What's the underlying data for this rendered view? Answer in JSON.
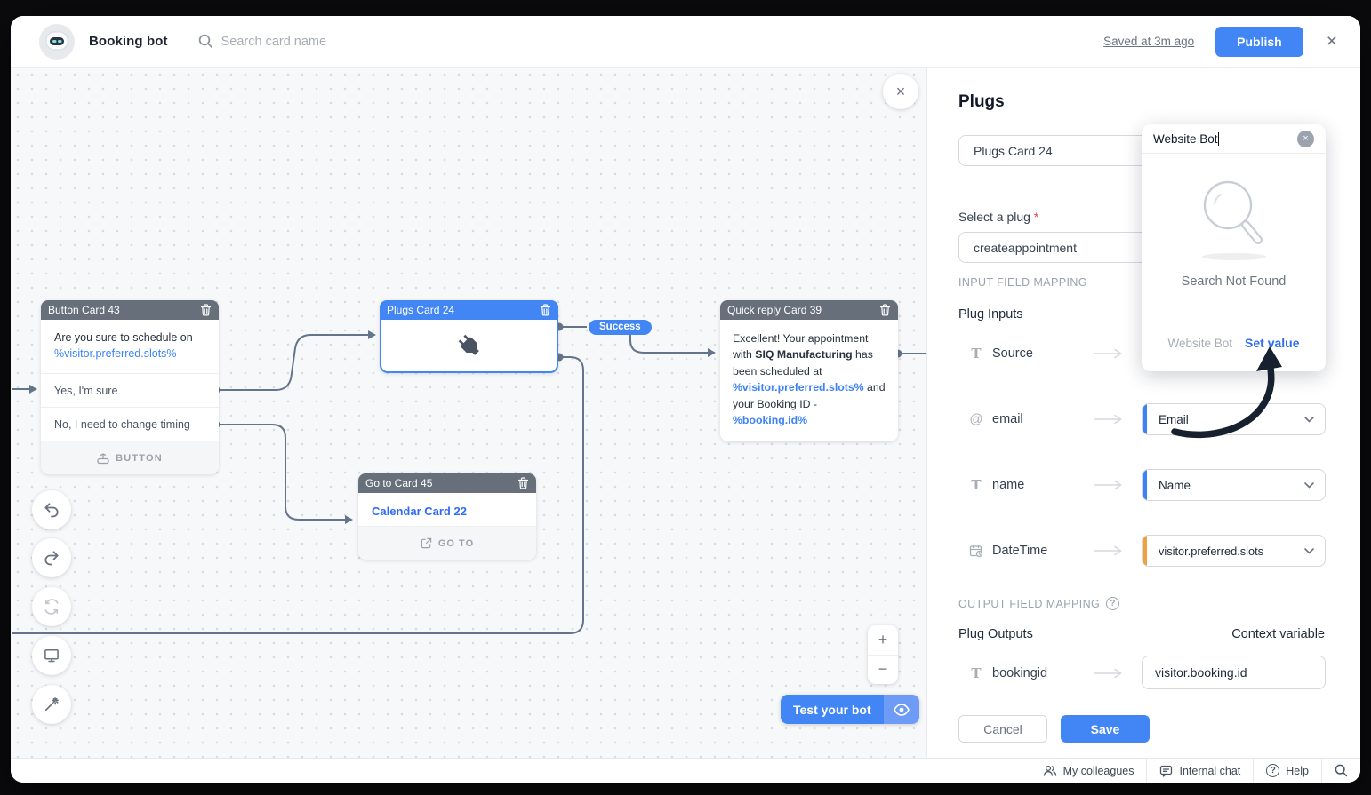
{
  "topbar": {
    "bot_name": "Booking bot",
    "search_placeholder": "Search card name",
    "saved_label": "Saved at 3m ago",
    "publish_label": "Publish"
  },
  "canvas": {
    "success_label": "Success",
    "test_bot_label": "Test your bot",
    "zoom_in": "+",
    "zoom_out": "−",
    "cards": {
      "button_card": {
        "title": "Button Card 43",
        "question": "Are you sure to schedule on",
        "question_var": "%visitor.preferred.slots%",
        "options": [
          "Yes, I'm sure",
          "No, I need to change timing"
        ],
        "footer": "BUTTON"
      },
      "plugs_card": {
        "title": "Plugs Card 24"
      },
      "quick_reply_card": {
        "title": "Quick reply Card 39",
        "t1": "Excellent! Your appointment with ",
        "b1": "SIQ Manufacturing",
        "t2": " has been scheduled at ",
        "v1": "%visitor.preferred.slots%",
        "t3": " and your Booking ID - ",
        "v2": "%booking.id%"
      },
      "goto_card": {
        "title": "Go to Card 45",
        "target": "Calendar Card 22",
        "footer": "GO TO"
      }
    }
  },
  "panel": {
    "title": "Plugs",
    "card_name_value": "Plugs Card 24",
    "select_plug_label": "Select a plug",
    "required_mark": "*",
    "plug_value": "createappointment",
    "input_mapping_header": "INPUT FIELD MAPPING",
    "plug_inputs_label": "Plug Inputs",
    "inputs": [
      {
        "name": "Source",
        "value": ""
      },
      {
        "name": "email",
        "value": "Email"
      },
      {
        "name": "name",
        "value": "Name"
      },
      {
        "name": "DateTime",
        "value": "visitor.preferred.slots"
      }
    ],
    "output_mapping_header": "OUTPUT FIELD MAPPING",
    "plug_outputs_label": "Plug Outputs",
    "context_variable_label": "Context variable",
    "outputs": [
      {
        "name": "bookingid",
        "value": "visitor.booking.id"
      }
    ],
    "cancel_label": "Cancel",
    "save_label": "Save"
  },
  "popup": {
    "query": "Website Bot",
    "not_found": "Search Not Found",
    "footer_name": "Website Bot",
    "set_value_label": "Set value"
  },
  "statusbar": {
    "items": [
      "My colleagues",
      "Internal chat",
      "Help"
    ]
  },
  "icons": {
    "close_glyph": "×"
  },
  "colors": {
    "accent_blue": "#4285F4",
    "link_blue": "#2F6CF6",
    "variable_blue": "#3B82F6",
    "bar_orange": "#F0A03C",
    "card_header_gray": "#666F7A",
    "wire_gray": "#64748B",
    "canvas_bg": "#F7F8F9"
  }
}
